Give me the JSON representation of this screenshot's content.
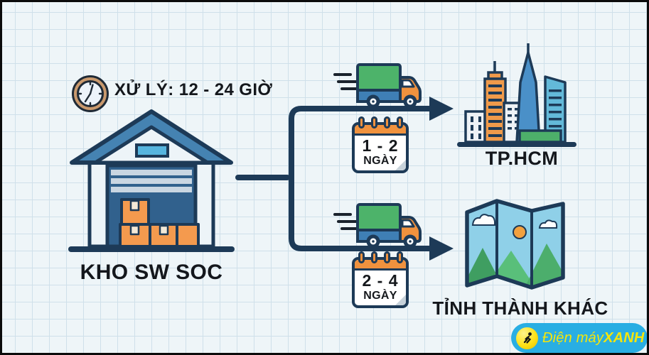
{
  "warehouse": {
    "processing_time": "XỬ LÝ: 12 - 24 GIỜ",
    "label": "KHO SW SOC"
  },
  "routes": [
    {
      "duration": "1 - 2",
      "duration_unit": "NGÀY",
      "destination": "TP.HCM"
    },
    {
      "duration": "2 - 4",
      "duration_unit": "NGÀY",
      "destination": "TỈNH THÀNH KHÁC"
    }
  ],
  "brand": {
    "name_prefix": "Điện máy",
    "name_suffix": "XANH"
  },
  "icons": {
    "clock": "clock-icon",
    "warehouse": "warehouse-icon",
    "truck": "delivery-truck-icon",
    "calendar": "calendar-icon",
    "city": "city-skyline-icon",
    "map": "folded-map-icon",
    "runner": "running-man-icon"
  },
  "colors": {
    "connector_navy": "#1d3a57",
    "accent_orange": "#f0923e",
    "truck_green": "#4db36a",
    "roof_blue": "#4583b2",
    "door_blue": "#31618d",
    "brand_blue": "#29aee3",
    "brand_yellow": "#f6e60a",
    "grid_line": "#cfe0ea",
    "background": "#eef5f8"
  }
}
